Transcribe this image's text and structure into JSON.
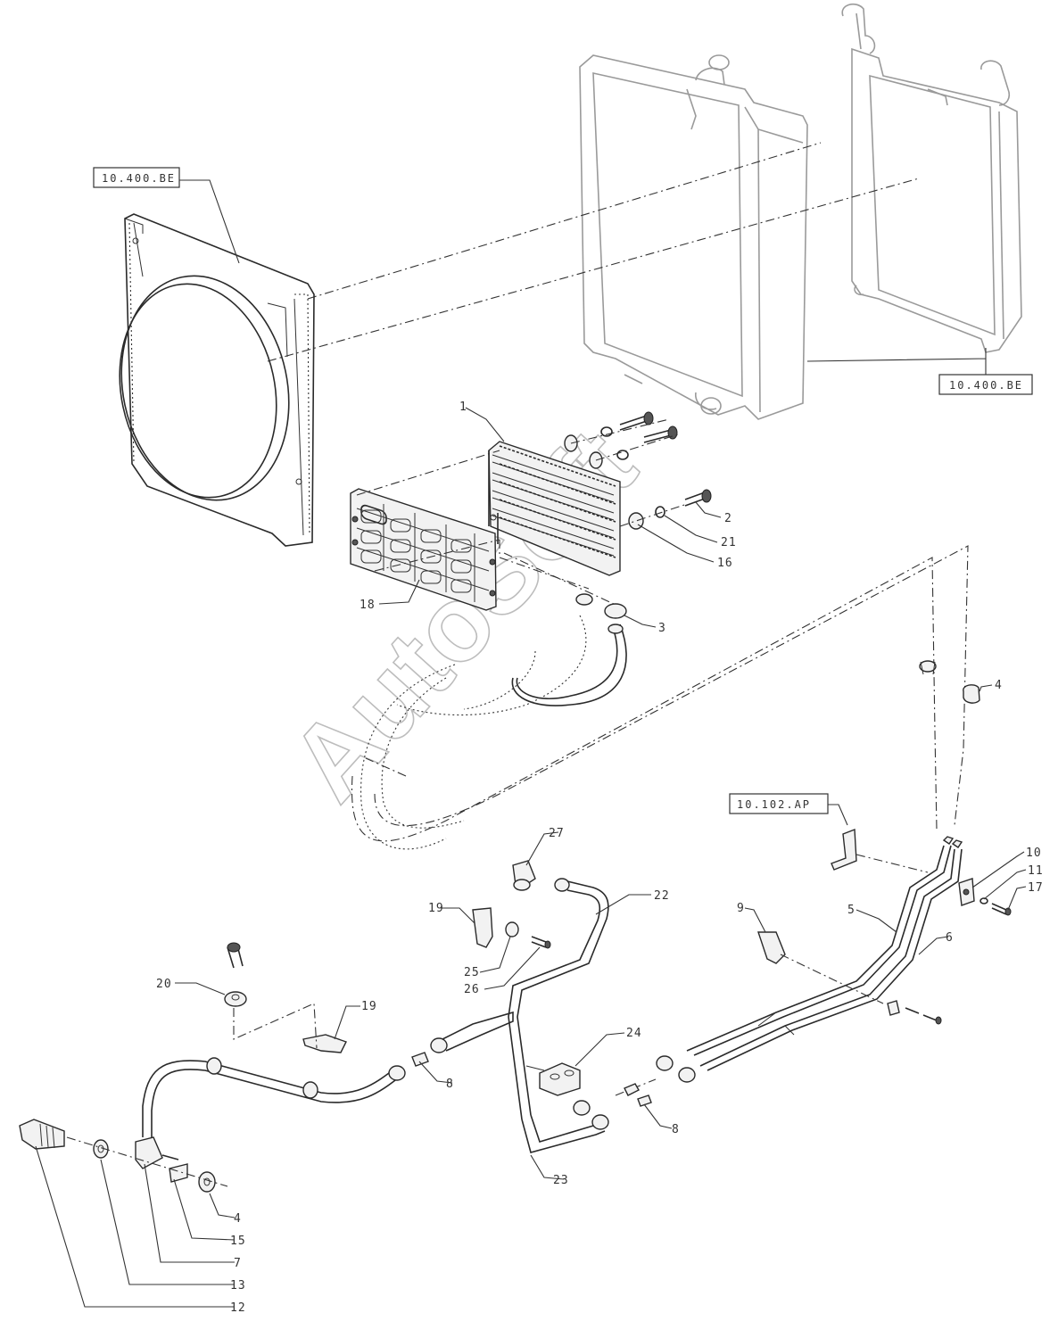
{
  "references": {
    "top_left": "10.400.BE",
    "right": "10.400.BE",
    "middle_right": "10.102.AP"
  },
  "callouts": {
    "c1": "1",
    "c2": "2",
    "c21": "21",
    "c16": "16",
    "c3": "3",
    "c18": "18",
    "c4a": "4",
    "c27": "27",
    "c22": "22",
    "c19a": "19",
    "c25": "25",
    "c26": "26",
    "c10": "10",
    "c11": "11",
    "c17": "17",
    "c9": "9",
    "c5": "5",
    "c6": "6",
    "c20": "20",
    "c19b": "19",
    "c24": "24",
    "c8a": "8",
    "c8b": "8",
    "c23": "23",
    "c4b": "4",
    "c15": "15",
    "c7": "7",
    "c13": "13",
    "c12": "12"
  },
  "watermark": "AutoSoft"
}
